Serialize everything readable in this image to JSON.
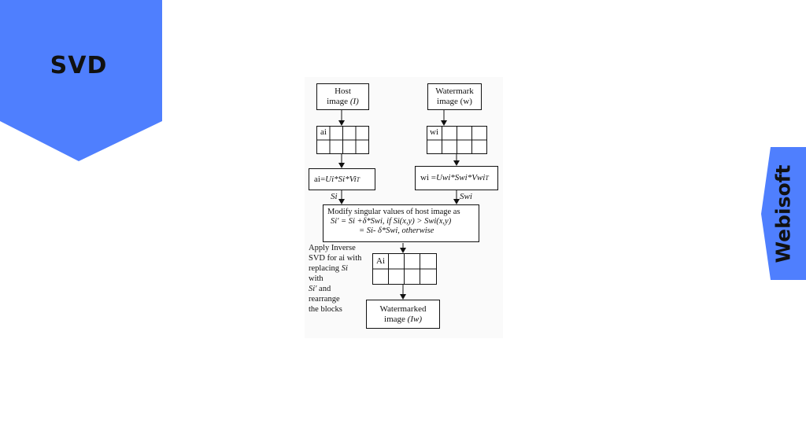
{
  "banner": {
    "title": "SVD",
    "color": "#4f7ffe"
  },
  "side_tab": {
    "brand": "Webisoft",
    "color": "#4f7ffe"
  },
  "diagram": {
    "host_box": {
      "line1": "Host",
      "line2_prefix": "image ",
      "line2_var": "(I)"
    },
    "watermark_box": {
      "line1": "Watermark",
      "line2": "image (w)"
    },
    "host_block_label": "ai",
    "watermark_block_label": "wi",
    "host_svd": {
      "prefix": "ai= ",
      "expr": "Ui*Si*Vi",
      "sup": "T"
    },
    "watermark_svd": {
      "prefix": "wi =",
      "expr": "Uwi*Swi*Vwi",
      "sup": "T"
    },
    "host_edge_label": "Si",
    "watermark_edge_label": "Swi",
    "modify": {
      "line1": "Modify singular values of host image as",
      "line2": "Si' = Si +δ*Swi, if Si(x,y) > Swi(x,y)",
      "line3": "= Si- δ*Swi, otherwise"
    },
    "apply_note": {
      "line1": "Apply Inverse",
      "line2": "SVD for ai with",
      "line3_prefix": "replacing ",
      "line3_var": "Si",
      "line3_suffix": " with",
      "line4_var": "Si'",
      "line4_suffix": " and rearrange",
      "line5": "the blocks"
    },
    "inverse_block_label": "Ai",
    "output_box": {
      "line1": "Watermarked",
      "line2_prefix": "image ",
      "line2_var": "(Iw)"
    }
  }
}
